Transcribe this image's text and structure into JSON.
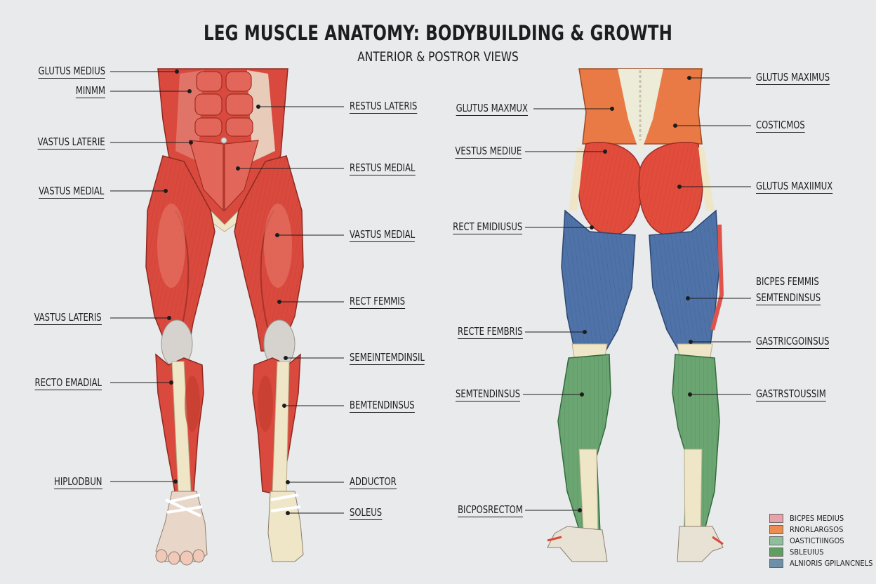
{
  "title": "LEG MUSCLE ANATOMY: BODYBUILDING & GROWTH",
  "subtitle": "ANTERIOR & POSTROR VIEWS",
  "labels": {
    "l1": "GLUTUS MEDIUS",
    "l2": "MINMM",
    "l3": "VASTUS LATERIE",
    "l4": "VASTUS MEDIAL",
    "l5": "VASTUS LATERIS",
    "l6": "RECTO EMADIAL",
    "l7": "HIPLODBUN",
    "m1": "RESTUS LATERIS",
    "m2": "RESTUS MEDIAL",
    "m3": "VASTUS MEDIAL",
    "m4": "RECT FEMMIS",
    "m5": "SEMEINTEMDINSIL",
    "m6": "BEMTENDINSUS",
    "m7": "ADDUCTOR",
    "m8": "SOLEUS",
    "p1": "GLUTUS MAXMUX",
    "p2": "VESTUS MEDIUE",
    "p3": "RECT EMIDIUSUS",
    "p4": "RECTE FEMBRIS",
    "p5": "SEMTENDINSUS",
    "p6": "BICPOSRECTOM",
    "r1": "GLUTUS MAXIMUS",
    "r2": "COSTICMOS",
    "r3": "GLUTUS MAXIIMUX",
    "r4a": "BICPES FEMMIS",
    "r4b": "SEMTENDINSUS",
    "r5": "GASTRICGOINSUS",
    "r6": "GASTRSTOUSSIM"
  },
  "legend": [
    {
      "label": "BICPES MEDIUS",
      "color": "#e7a3a9"
    },
    {
      "label": "RNORLARGSOS",
      "color": "#ea8d4f"
    },
    {
      "label": "OASTICTIINGOS",
      "color": "#8dbf9c"
    },
    {
      "label": "SBLEUIUS",
      "color": "#5f9e5f"
    },
    {
      "label": "ALNIORIS GPILANCNELS",
      "color": "#6d8fa7"
    }
  ],
  "colors": {
    "muscle_red": "#d9493d",
    "muscle_light": "#ec8a72",
    "orange": "#ea7a45",
    "blue": "#4f73a8",
    "green": "#6ba572",
    "tendon": "#efe6c8",
    "bone": "#e8e2d4"
  }
}
